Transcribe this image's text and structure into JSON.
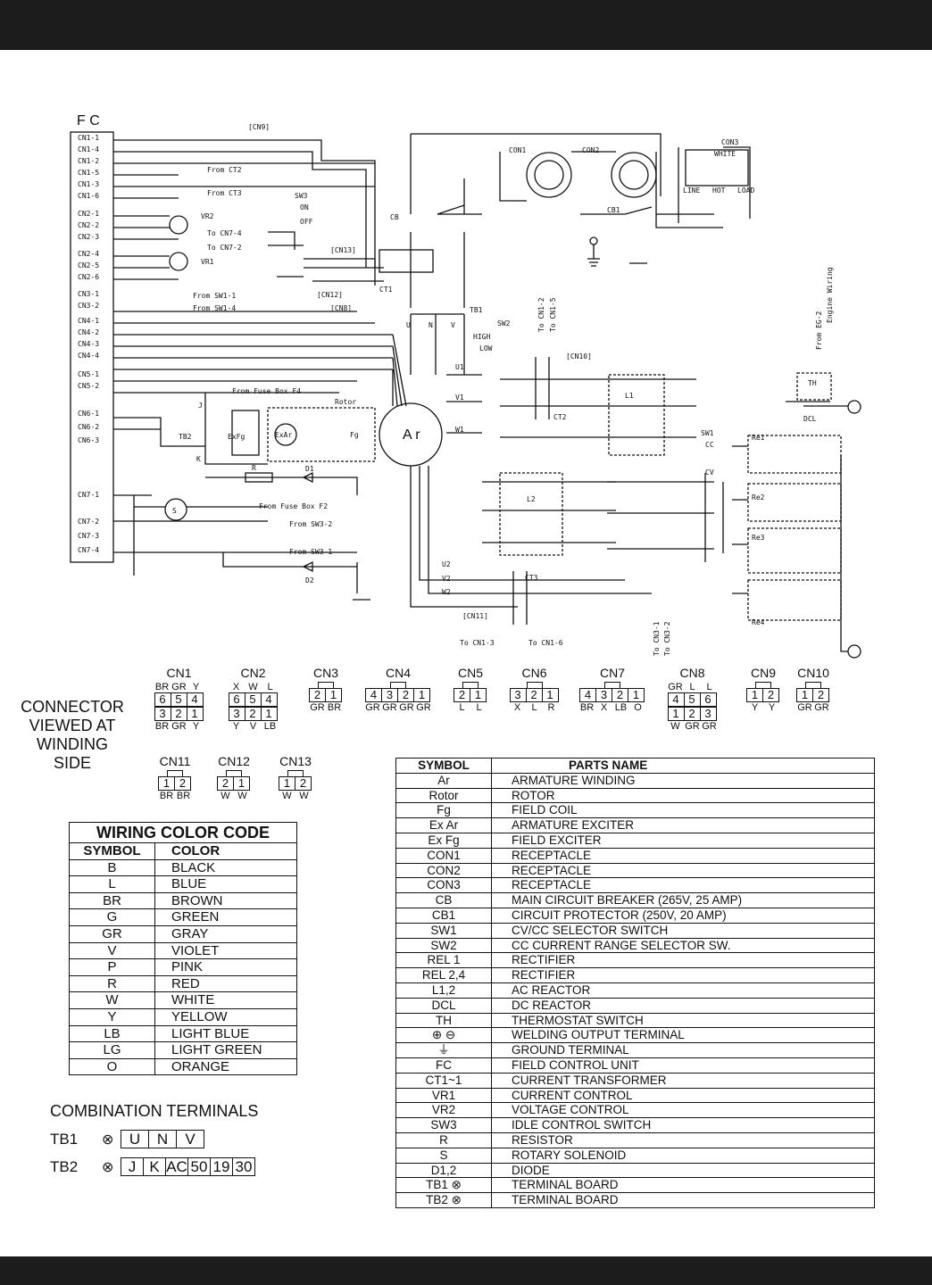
{
  "diagram": {
    "fc_title": "F C",
    "fc_pins": [
      "CN1-1",
      "CN1-4",
      "CN1-2",
      "CN1-5",
      "CN1-3",
      "CN1-6",
      "CN2-1",
      "CN2-2",
      "CN2-3",
      "CN2-4",
      "CN2-5",
      "CN2-6",
      "CN3-1",
      "CN3-2",
      "CN4-1",
      "CN4-2",
      "CN4-3",
      "CN4-4",
      "CN5-1",
      "CN5-2",
      "CN6-1",
      "CN6-2",
      "CN6-3",
      "CN7-1",
      "CN7-2",
      "CN7-3",
      "CN7-4"
    ],
    "labels": {
      "cn9": "[CN9]",
      "cn13": "[CN13]",
      "cn12": "[CN12]",
      "cn8": "[CN8]",
      "cn10": "[CN10]",
      "cn11": "[CN11]",
      "sw3": "SW3",
      "on": "ON",
      "off": "OFF",
      "vr1": "VR1",
      "vr2": "VR2",
      "ct1": "CT1",
      "ct2": "CT2",
      "ct3": "CT3",
      "cb": "CB",
      "cb1": "CB1",
      "con1": "CON1",
      "con2": "CON2",
      "con3": "CON3",
      "tb1": "TB1",
      "tb2": "TB2",
      "sw2": "SW2",
      "high": "HIGH",
      "low": "LOW",
      "sw1": "SW1",
      "cc": "CC",
      "cv": "CV",
      "l1": "L1",
      "l2": "L2",
      "th": "TH",
      "dcl": "DCL",
      "rel1": "Re1",
      "rel2": "Re2",
      "rel3": "Re3",
      "rel4": "Re4",
      "ar": "A r",
      "rotor": "Rotor",
      "r": "R",
      "d1": "D1",
      "d2": "D2",
      "s": "S",
      "exfg": "ExFg",
      "exar": "ExAr",
      "fg": "Fg",
      "from_ct2": "From CT2",
      "from_ct3": "From CT3",
      "to_cn7_4": "To CN7-4",
      "to_cn7_2": "To CN7-2",
      "from_sw1_1": "From SW1-1",
      "from_sw1_4": "From SW1-4",
      "from_fuse_f4": "From Fuse Box F4",
      "from_fuse_f2": "From Fuse Box F2",
      "from_sw3_2": "From SW3-2",
      "from_sw3_1": "From SW3-1",
      "to_cn1_3": "To CN1-3",
      "to_cn1_6": "To CN1-6",
      "to_cn3_1": "To CN3-1",
      "to_cn3_2": "To CN3-2",
      "to_cn1_2": "To CN1-2",
      "to_cn1_5": "To CN1-5",
      "from_eg2": "From EG-2",
      "engine_wiring": "Engine Wiring",
      "white": "WHITE",
      "line": "LINE",
      "hot": "HOT",
      "load": "LOAD",
      "u": "U",
      "n": "N",
      "v": "V",
      "u1": "U1",
      "v1": "V1",
      "w1": "W1",
      "u2": "U2",
      "v2": "V2",
      "w2": "W2",
      "j": "J",
      "k": "K"
    }
  },
  "connectors": {
    "title_lines": [
      "CONNECTOR",
      "VIEWED AT",
      "WINDING",
      "SIDE"
    ],
    "items": [
      {
        "name": "CN1",
        "top_labels": [
          "BR",
          "GR",
          "Y"
        ],
        "rows": [
          [
            "6",
            "5",
            "4"
          ],
          [
            "3",
            "2",
            "1"
          ]
        ],
        "bottom": [
          "BR",
          "GR",
          "Y"
        ]
      },
      {
        "name": "CN2",
        "top_labels": [
          "X",
          "W",
          "L"
        ],
        "rows": [
          [
            "6",
            "5",
            "4"
          ],
          [
            "3",
            "2",
            "1"
          ]
        ],
        "bottom": [
          "Y",
          "V",
          "LB"
        ]
      },
      {
        "name": "CN3",
        "top_labels": [],
        "rows": [
          [
            "2",
            "1"
          ]
        ],
        "bottom": [
          "GR",
          "BR"
        ]
      },
      {
        "name": "CN4",
        "top_labels": [],
        "rows": [
          [
            "4",
            "3",
            "2",
            "1"
          ]
        ],
        "bottom": [
          "GR",
          "GR",
          "GR",
          "GR"
        ]
      },
      {
        "name": "CN5",
        "top_labels": [],
        "rows": [
          [
            "2",
            "1"
          ]
        ],
        "bottom": [
          "L",
          "L"
        ]
      },
      {
        "name": "CN6",
        "top_labels": [],
        "rows": [
          [
            "3",
            "2",
            "1"
          ]
        ],
        "bottom": [
          "X",
          "L",
          "R"
        ]
      },
      {
        "name": "CN7",
        "top_labels": [],
        "rows": [
          [
            "4",
            "3",
            "2",
            "1"
          ]
        ],
        "bottom": [
          "BR",
          "X",
          "LB",
          "O"
        ]
      },
      {
        "name": "CN8",
        "top_labels": [
          "GR",
          "L",
          "L"
        ],
        "rows": [
          [
            "4",
            "5",
            "6"
          ],
          [
            "1",
            "2",
            "3"
          ]
        ],
        "bottom": [
          "W",
          "GR",
          "GR"
        ]
      },
      {
        "name": "CN9",
        "top_labels": [],
        "rows": [
          [
            "1",
            "2"
          ]
        ],
        "bottom": [
          "Y",
          "Y"
        ]
      },
      {
        "name": "CN10",
        "top_labels": [],
        "rows": [
          [
            "1",
            "2"
          ]
        ],
        "bottom": [
          "GR",
          "GR"
        ]
      },
      {
        "name": "CN11",
        "top_labels": [],
        "rows": [
          [
            "1",
            "2"
          ]
        ],
        "bottom": [
          "BR",
          "BR"
        ]
      },
      {
        "name": "CN12",
        "top_labels": [],
        "rows": [
          [
            "2",
            "1"
          ]
        ],
        "bottom": [
          "W",
          "W"
        ]
      },
      {
        "name": "CN13",
        "top_labels": [],
        "rows": [
          [
            "1",
            "2"
          ]
        ],
        "bottom": [
          "W",
          "W"
        ]
      }
    ]
  },
  "wiring_color_code": {
    "title": "WIRING COLOR CODE",
    "headers": [
      "SYMBOL",
      "COLOR"
    ],
    "rows": [
      [
        "B",
        "BLACK"
      ],
      [
        "L",
        "BLUE"
      ],
      [
        "BR",
        "BROWN"
      ],
      [
        "G",
        "GREEN"
      ],
      [
        "GR",
        "GRAY"
      ],
      [
        "V",
        "VIOLET"
      ],
      [
        "P",
        "PINK"
      ],
      [
        "R",
        "RED"
      ],
      [
        "W",
        "WHITE"
      ],
      [
        "Y",
        "YELLOW"
      ],
      [
        "LB",
        "LIGHT BLUE"
      ],
      [
        "LG",
        "LIGHT GREEN"
      ],
      [
        "O",
        "ORANGE"
      ]
    ]
  },
  "parts_table": {
    "headers": [
      "SYMBOL",
      "PARTS NAME"
    ],
    "rows": [
      [
        "Ar",
        "ARMATURE WINDING"
      ],
      [
        "Rotor",
        "ROTOR"
      ],
      [
        "Fg",
        "FIELD COIL"
      ],
      [
        "Ex Ar",
        "ARMATURE EXCITER"
      ],
      [
        "Ex Fg",
        "FIELD EXCITER"
      ],
      [
        "CON1",
        "RECEPTACLE"
      ],
      [
        "CON2",
        "RECEPTACLE"
      ],
      [
        "CON3",
        "RECEPTACLE"
      ],
      [
        "CB",
        "MAIN CIRCUIT BREAKER (265V, 25 AMP)"
      ],
      [
        "CB1",
        "CIRCUIT PROTECTOR (250V, 20 AMP)"
      ],
      [
        "SW1",
        "CV/CC SELECTOR SWITCH"
      ],
      [
        "SW2",
        "CC CURRENT RANGE SELECTOR SW."
      ],
      [
        "REL 1",
        "RECTIFIER"
      ],
      [
        "REL 2,4",
        "RECTIFIER"
      ],
      [
        "L1,2",
        "AC REACTOR"
      ],
      [
        "DCL",
        "DC REACTOR"
      ],
      [
        "TH",
        "THERMOSTAT SWITCH"
      ],
      [
        "⊕ ⊖",
        "WELDING OUTPUT TERMINAL"
      ],
      [
        "⏚",
        "GROUND TERMINAL"
      ],
      [
        "FC",
        "FIELD CONTROL UNIT"
      ],
      [
        "CT1~1",
        "CURRENT TRANSFORMER"
      ],
      [
        "VR1",
        "CURRENT CONTROL"
      ],
      [
        "VR2",
        "VOLTAGE CONTROL"
      ],
      [
        "SW3",
        "IDLE CONTROL SWITCH"
      ],
      [
        "R",
        "RESISTOR"
      ],
      [
        "S",
        "ROTARY SOLENOID"
      ],
      [
        "D1,2",
        "DIODE"
      ],
      [
        "TB1 ⊗",
        "TERMINAL BOARD"
      ],
      [
        "TB2 ⊗",
        "TERMINAL BOARD"
      ]
    ]
  },
  "combination_terminals": {
    "title": "COMBINATION TERMINALS",
    "tb1": {
      "label": "TB1",
      "cells": [
        "U",
        "N",
        "V"
      ]
    },
    "tb2": {
      "label": "TB2",
      "cells": [
        "J",
        "K",
        "AC",
        "50",
        "19",
        "30"
      ]
    }
  }
}
